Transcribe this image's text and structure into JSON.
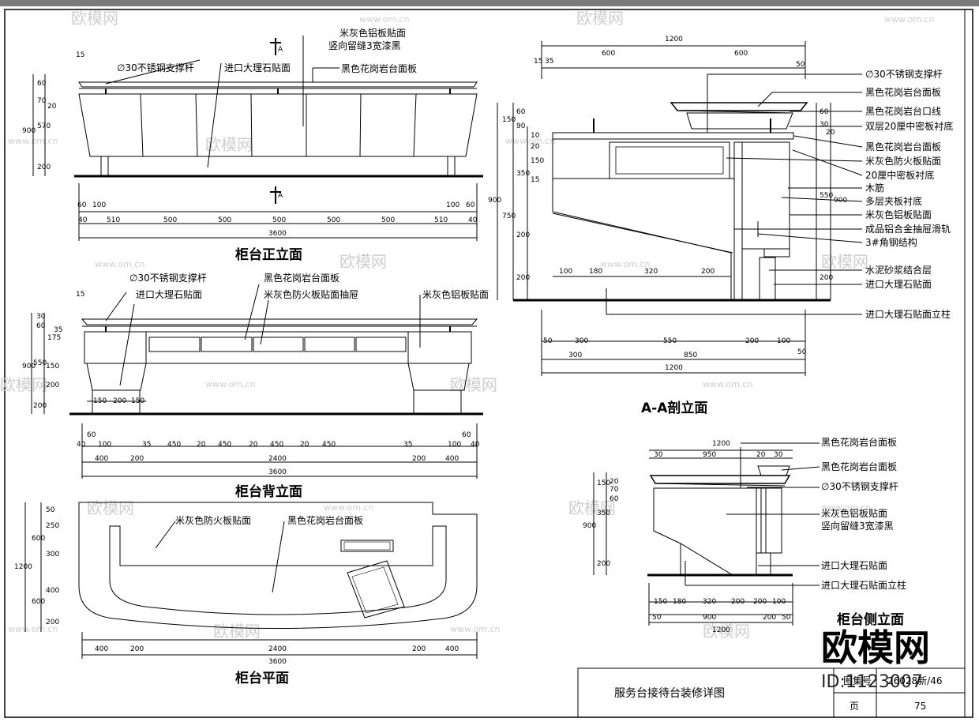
{
  "title_block": {
    "drawing_name": "服务台接待台装修详图",
    "atlas_label": "图集号",
    "atlas_no": "26028新/46",
    "page_label": "页",
    "page_no": "75"
  },
  "watermark": {
    "brand": "欧模网",
    "url": "www.om.cn",
    "id": "ID:1123007"
  },
  "views": {
    "front": {
      "title": "柜台正立面",
      "section_marker": "A",
      "labels": [
        "米灰色铝板贴面",
        "竖向留缝3宽漆黑",
        "∅30不锈钢支撑杆",
        "进口大理石贴面",
        "黑色花岗岩台面板"
      ],
      "dims_vertical": [
        "15",
        "60",
        "70",
        "20",
        "900",
        "570",
        "200"
      ],
      "dims_bottom_top": [
        "60",
        "100",
        "510",
        "500",
        "500",
        "500",
        "500",
        "500",
        "510",
        "100",
        "60"
      ],
      "dims_bottom_mid": [
        "40",
        "40"
      ],
      "dims_total": "3600"
    },
    "back": {
      "title": "柜台背立面",
      "labels": [
        "∅30不锈钢支撑杆",
        "黑色花岗岩台面板",
        "进口大理石贴面",
        "米灰色防火板贴面抽屉",
        "米灰色铝板贴面"
      ],
      "dims_vertical": [
        "15",
        "30",
        "60",
        "175",
        "35",
        "900",
        "550",
        "150",
        "200",
        "200"
      ],
      "dims_legs": [
        "150",
        "200",
        "150"
      ],
      "dims_row1": [
        "40",
        "60",
        "100",
        "35",
        "450",
        "20",
        "450",
        "20",
        "450",
        "20",
        "450",
        "35",
        "100",
        "60",
        "40"
      ],
      "dims_row2": [
        "400",
        "200",
        "2400",
        "200",
        "400"
      ],
      "dims_total": "3600"
    },
    "plan": {
      "title": "柜台平面",
      "labels": [
        "米灰色防火板贴面",
        "黑色花岗岩台面板"
      ],
      "dims_vertical": [
        "50",
        "250",
        "600",
        "300",
        "1200",
        "400",
        "600",
        "200"
      ],
      "dims_row": [
        "400",
        "200",
        "2400",
        "200",
        "400"
      ],
      "dims_total": "3600"
    },
    "section_aa": {
      "title": "A-A剖立面",
      "labels": [
        "∅30不锈钢支撑杆",
        "黑色花岗岩台面板",
        "黑色花岗岩台口线",
        "双层20厘中密板衬底",
        "黑色花岗岩台面板",
        "米灰色防火板贴面",
        "20厘中密板衬底",
        "木筋",
        "多层夹板衬底",
        "米灰色铝板贴面",
        "成品铝合金抽屉滑轨",
        "3#角钢结构",
        "水泥砂浆结合层",
        "进口大理石贴面",
        "进口大理石贴面立柱"
      ],
      "dims_top": [
        "1200",
        "600",
        "600",
        "15",
        "35",
        "50"
      ],
      "dims_left": [
        "150",
        "60",
        "90",
        "10",
        "20",
        "150",
        "350",
        "15",
        "900",
        "750",
        "200",
        "200"
      ],
      "dims_right": [
        "60",
        "30",
        "20",
        "550",
        "900",
        "200"
      ],
      "dims_inner": [
        "100",
        "180",
        "320",
        "200"
      ],
      "dims_bottom1": [
        "50",
        "300",
        "550",
        "200",
        "100"
      ],
      "dims_bottom2": [
        "300",
        "850",
        "50"
      ],
      "dims_total": "1200"
    },
    "side": {
      "title": "柜台侧立面",
      "labels": [
        "黑色花岗岩台面板",
        "黑色花岗岩台面板",
        "∅30不锈钢支撑杆",
        "米灰色铝板贴面",
        "竖向留缝3宽漆黑",
        "进口大理石贴面",
        "进口大理石贴面立柱"
      ],
      "dims_top": [
        "1200",
        "30",
        "950",
        "20",
        "30"
      ],
      "dims_left": [
        "150",
        "20",
        "70",
        "60",
        "900",
        "350",
        "200"
      ],
      "dims_row1": [
        "150",
        "180",
        "320",
        "200",
        "200",
        "100"
      ],
      "dims_row2": [
        "50",
        "900",
        "200",
        "50"
      ],
      "dims_total": "1200"
    }
  }
}
